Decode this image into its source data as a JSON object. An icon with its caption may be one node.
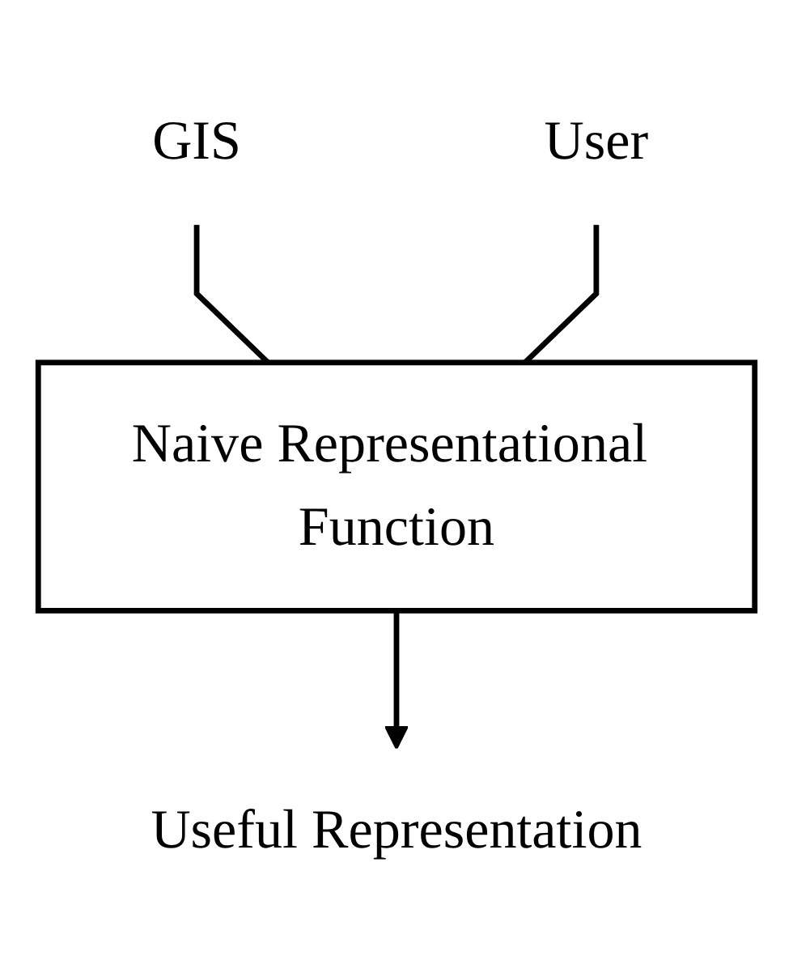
{
  "diagram": {
    "nodes": [
      {
        "text": [
          "GIS"
        ]
      },
      {
        "text": [
          "User"
        ]
      },
      {
        "text": [
          "Naive Representational Function"
        ]
      },
      {
        "text": [
          "Useful Representation"
        ]
      }
    ],
    "edges": [
      {
        "from": 0,
        "to": 2,
        "arrow": "none"
      },
      {
        "from": 1,
        "to": 2,
        "arrow": "none"
      },
      {
        "from": 2,
        "to": 3,
        "arrow": "to"
      }
    ]
  }
}
